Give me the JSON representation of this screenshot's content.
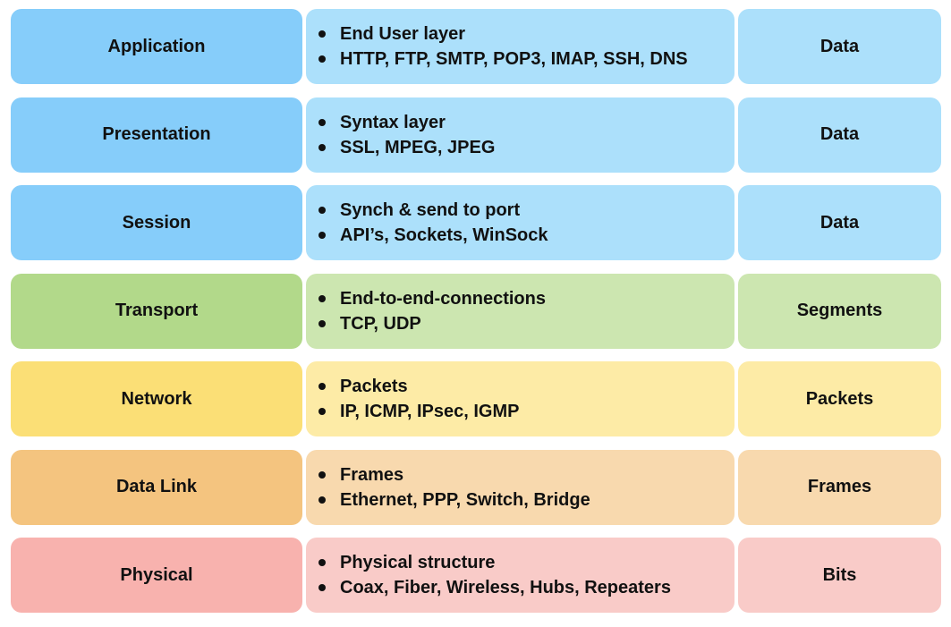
{
  "layers": [
    {
      "name": "Application",
      "points": [
        "End User layer",
        "HTTP, FTP, SMTP, POP3, IMAP, SSH, DNS"
      ],
      "unit": "Data",
      "colors": {
        "name": "#86cdfa",
        "desc": "#ace0fb",
        "unit": "#ace0fb"
      }
    },
    {
      "name": "Presentation",
      "points": [
        "Syntax layer",
        "SSL, MPEG, JPEG"
      ],
      "unit": "Data",
      "colors": {
        "name": "#86cdfa",
        "desc": "#ace0fb",
        "unit": "#ace0fb"
      }
    },
    {
      "name": "Session",
      "points": [
        "Synch & send to port",
        "API’s, Sockets, WinSock"
      ],
      "unit": "Data",
      "colors": {
        "name": "#86cdfa",
        "desc": "#ace0fb",
        "unit": "#ace0fb"
      }
    },
    {
      "name": "Transport",
      "points": [
        "End-to-end-connections",
        "TCP, UDP"
      ],
      "unit": "Segments",
      "colors": {
        "name": "#b2d98a",
        "desc": "#cce6b0",
        "unit": "#cce6b0"
      }
    },
    {
      "name": "Network",
      "points": [
        "Packets",
        "IP, ICMP, IPsec, IGMP"
      ],
      "unit": "Packets",
      "colors": {
        "name": "#fbdf76",
        "desc": "#fdeba6",
        "unit": "#fdeba6"
      }
    },
    {
      "name": "Data Link",
      "points": [
        "Frames",
        "Ethernet, PPP, Switch, Bridge"
      ],
      "unit": "Frames",
      "colors": {
        "name": "#f4c47f",
        "desc": "#f8d9ae",
        "unit": "#f8d9ae"
      }
    },
    {
      "name": "Physical",
      "points": [
        "Physical structure",
        "Coax, Fiber, Wireless, Hubs, Repeaters"
      ],
      "unit": "Bits",
      "colors": {
        "name": "#f8b2ae",
        "desc": "#f9cbc8",
        "unit": "#f9cbc8"
      }
    }
  ]
}
